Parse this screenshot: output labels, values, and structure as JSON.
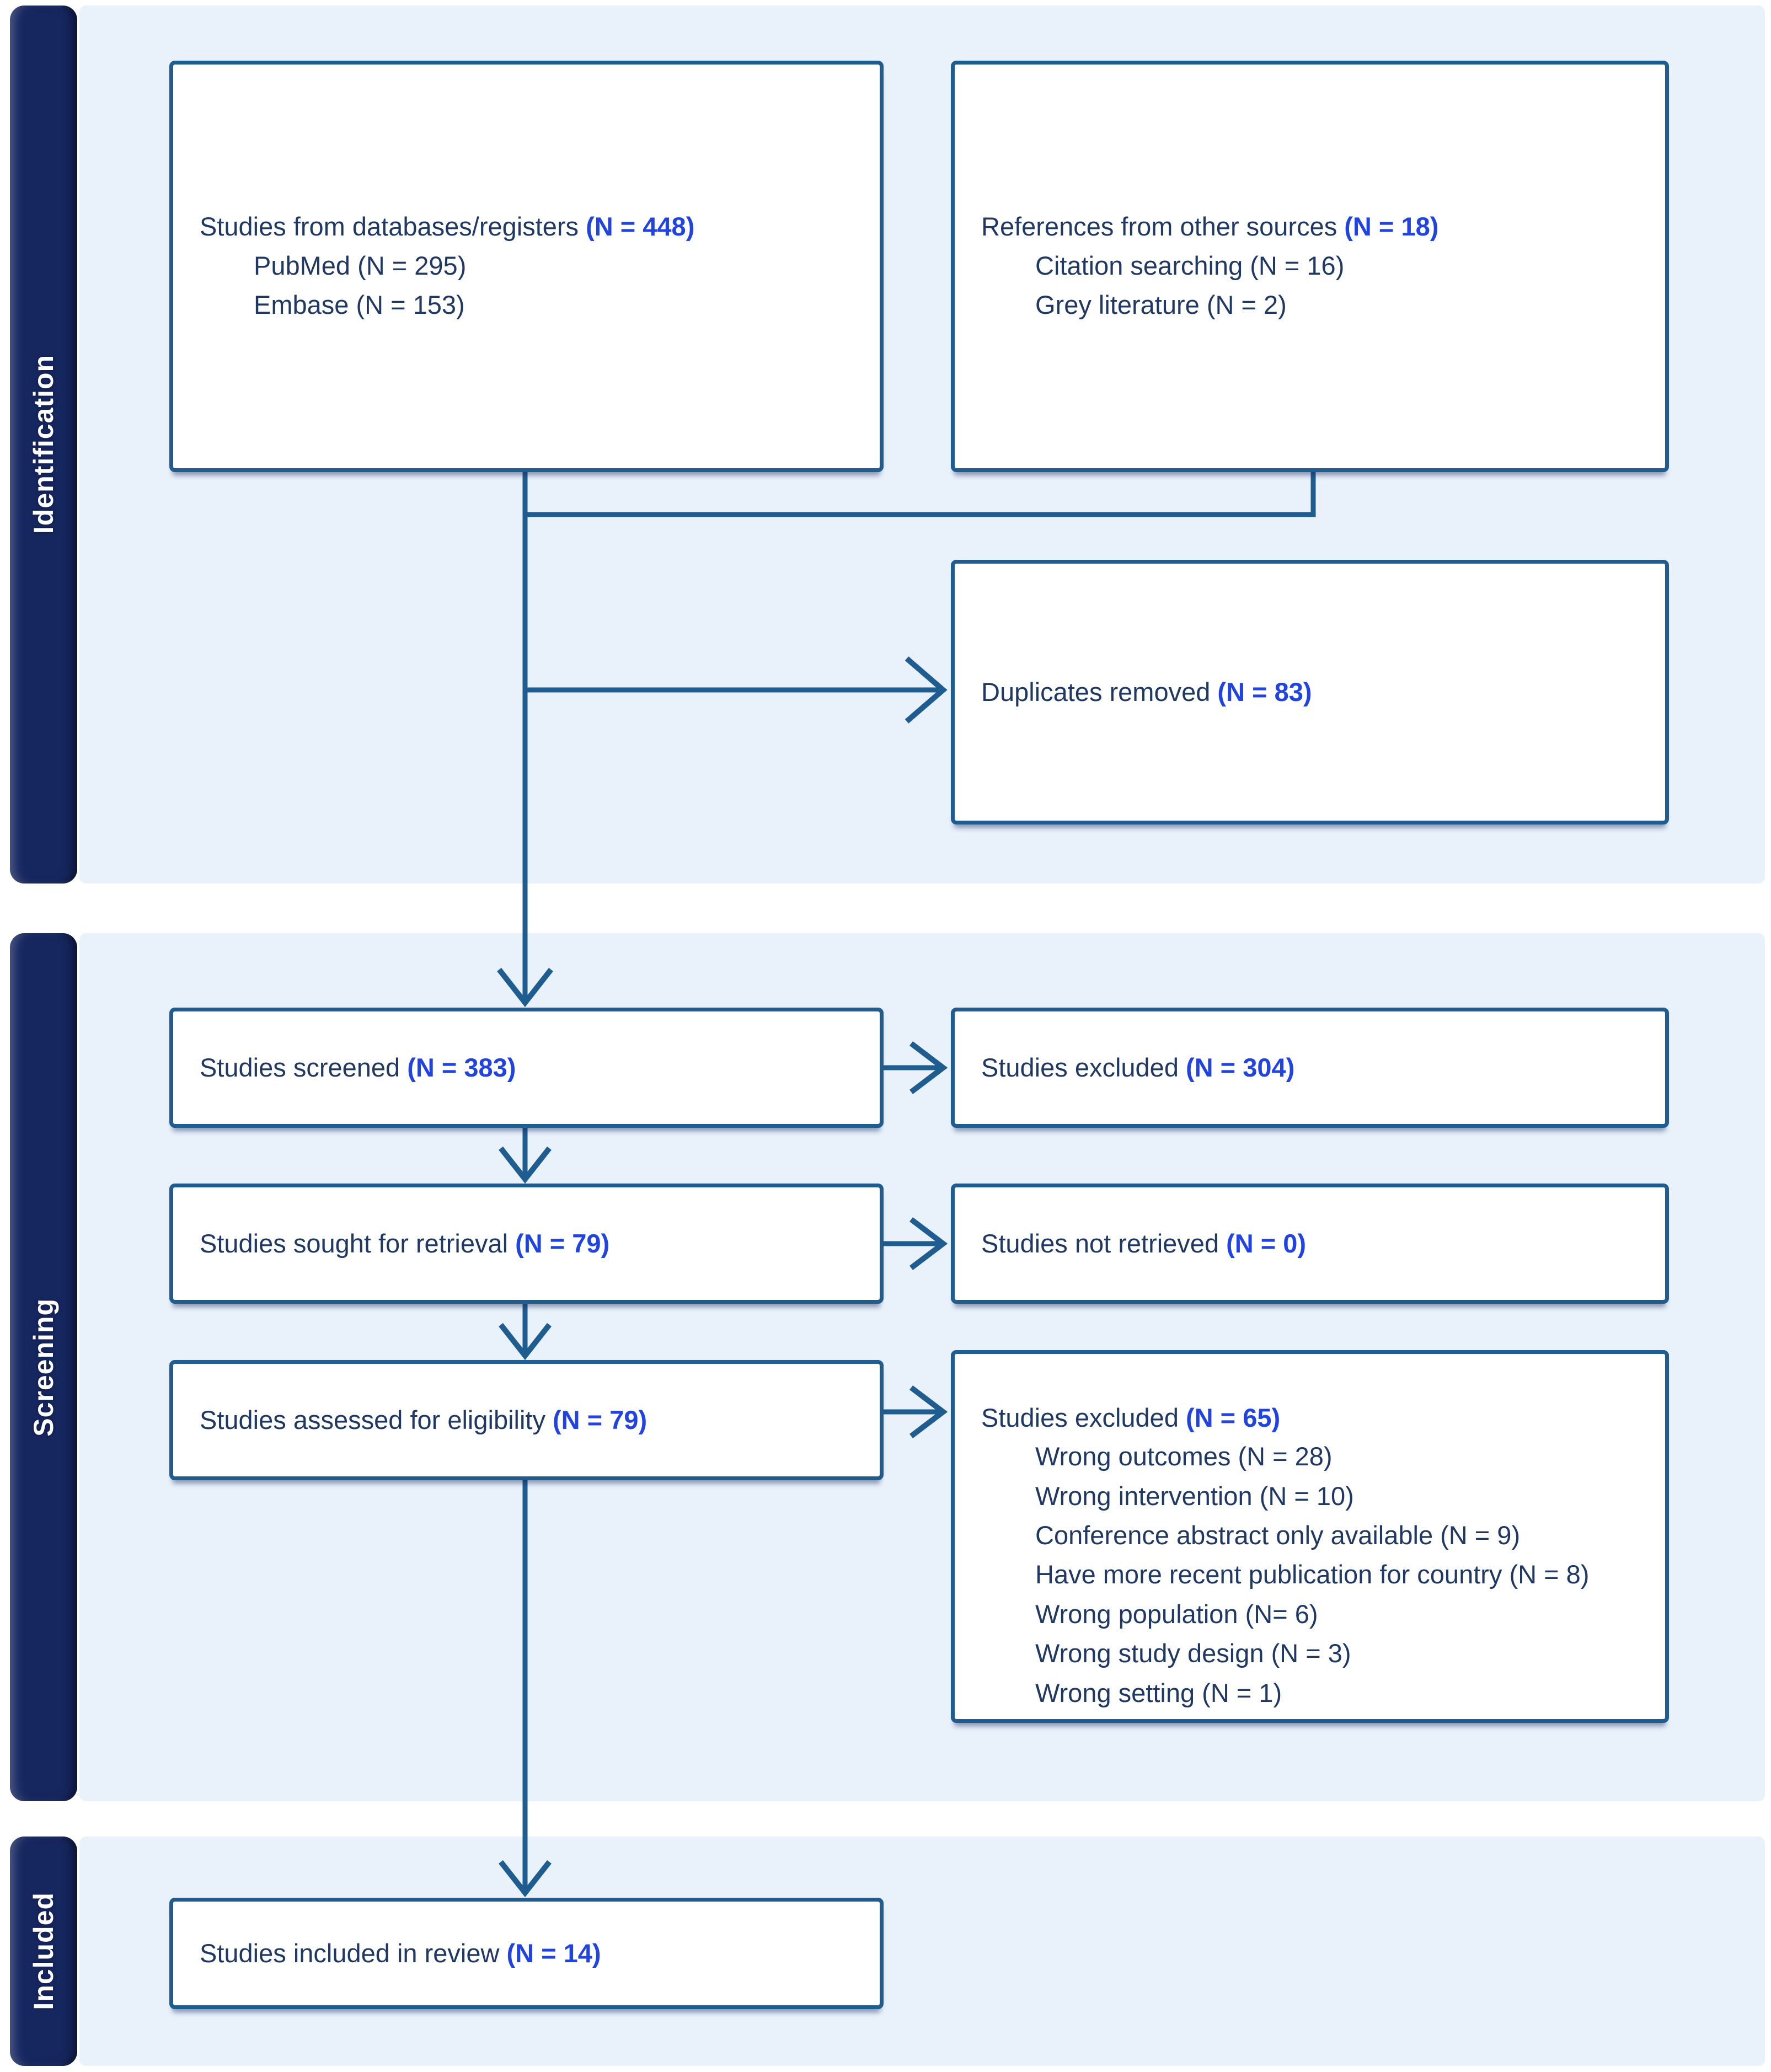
{
  "diagram": {
    "sections": {
      "identification": {
        "label": "Identification"
      },
      "screening": {
        "label": "Screening"
      },
      "included": {
        "label": "Included"
      }
    },
    "boxes": {
      "databases": {
        "text": "Studies from databases/registers ",
        "n": "(N = 448)",
        "items": [
          "PubMed (N = 295)",
          "Embase (N = 153)"
        ]
      },
      "other_sources": {
        "text": "References from other sources ",
        "n": "(N = 18)",
        "items": [
          "Citation searching (N = 16)",
          "Grey literature (N = 2)"
        ]
      },
      "duplicates": {
        "text": "Duplicates removed ",
        "n": "(N = 83)"
      },
      "screened": {
        "text": "Studies screened ",
        "n": "(N = 383)"
      },
      "excluded_screening": {
        "text": "Studies excluded ",
        "n": "(N = 304)"
      },
      "sought": {
        "text": "Studies sought for retrieval ",
        "n": "(N = 79)"
      },
      "not_retrieved": {
        "text": "Studies not retrieved ",
        "n": "(N = 0)"
      },
      "assessed": {
        "text": "Studies assessed for eligibility ",
        "n": "(N = 79)"
      },
      "excluded_eligibility": {
        "text": "Studies excluded ",
        "n": "(N = 65)",
        "items": [
          "Wrong outcomes (N = 28)",
          "Wrong intervention (N = 10)",
          "Conference abstract only available (N = 9)",
          "Have more recent publication for country (N = 8)",
          "Wrong population (N= 6)",
          "Wrong study design (N = 3)",
          "Wrong setting (N = 1)"
        ]
      },
      "included_review": {
        "text": "Studies included in review ",
        "n": "(N = 14)"
      }
    },
    "colors": {
      "accent_blue": "#2143e0",
      "text_navy": "#1f3864",
      "border_blue": "#1f5c8f",
      "sidebar_navy": "#16265f",
      "section_bg": "#e9f1fb"
    }
  }
}
